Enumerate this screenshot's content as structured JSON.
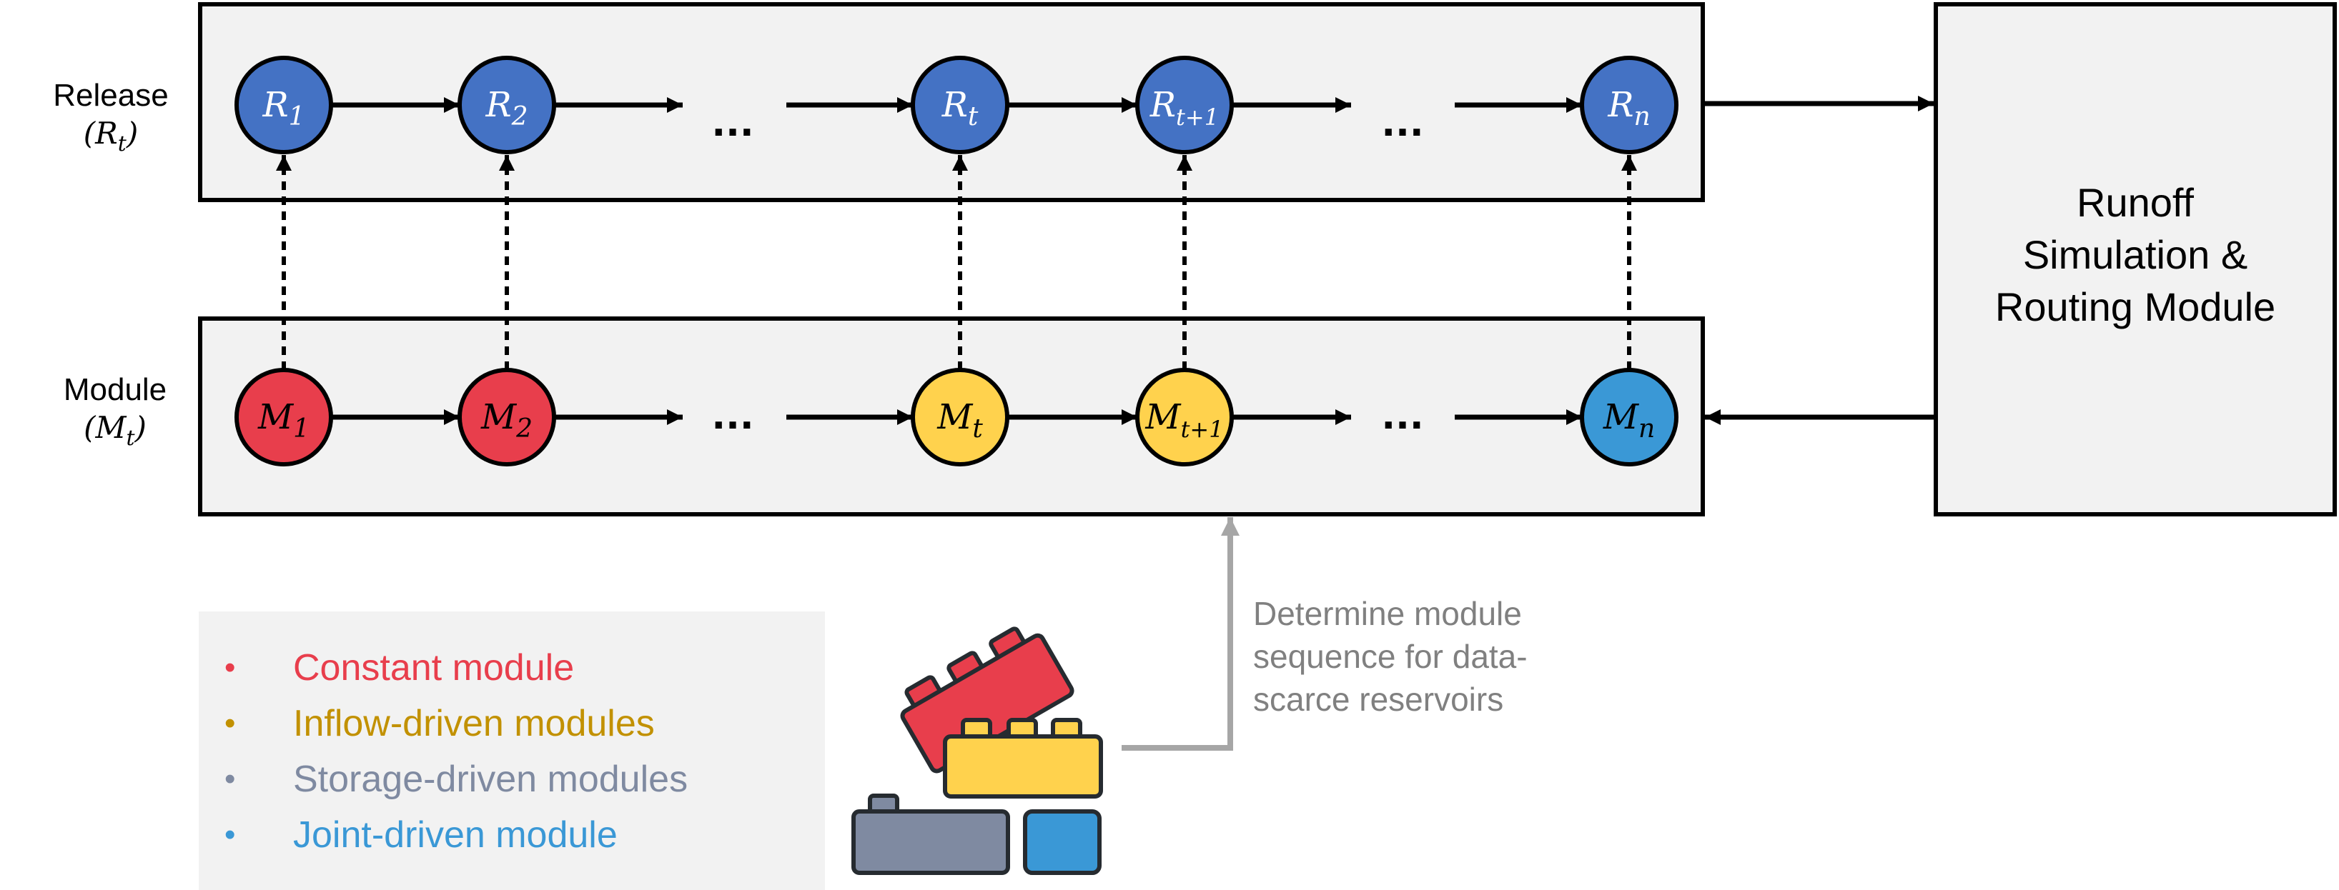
{
  "rows": {
    "release": {
      "label": "Release",
      "symbol": "(R",
      "symbol_sub": "t",
      "symbol_close": ")"
    },
    "module": {
      "label": "Module",
      "symbol": "(M",
      "symbol_sub": "t",
      "symbol_close": ")"
    }
  },
  "release_nodes": [
    {
      "base": "R",
      "sub": "1",
      "color": "#4472c4"
    },
    {
      "base": "R",
      "sub": "2",
      "color": "#4472c4"
    },
    {
      "base": "R",
      "sub": "t",
      "color": "#4472c4"
    },
    {
      "base": "R",
      "sub": "t+1",
      "color": "#4472c4"
    },
    {
      "base": "R",
      "sub": "n",
      "color": "#4472c4"
    }
  ],
  "module_nodes": [
    {
      "base": "M",
      "sub": "1",
      "color": "#e83e4c",
      "type": "constant"
    },
    {
      "base": "M",
      "sub": "2",
      "color": "#e83e4c",
      "type": "constant"
    },
    {
      "base": "M",
      "sub": "t",
      "color": "#ffd24d",
      "type": "inflow-driven"
    },
    {
      "base": "M",
      "sub": "t+1",
      "color": "#ffd24d",
      "type": "inflow-driven"
    },
    {
      "base": "M",
      "sub": "n",
      "color": "#3a98d6",
      "type": "joint-driven"
    }
  ],
  "ellipsis": "...",
  "runoff_module": {
    "lines": [
      "Runoff",
      "Simulation &",
      "Routing Module"
    ]
  },
  "legend": {
    "items": [
      {
        "bullet": "•",
        "label": "Constant module",
        "color": "#e83e4c"
      },
      {
        "bullet": "•",
        "label": "Inflow-driven modules",
        "color": "#c29100"
      },
      {
        "bullet": "•",
        "label": "Storage-driven modules",
        "color": "#7f8aa1"
      },
      {
        "bullet": "•",
        "label": "Joint-driven module",
        "color": "#3a98d6"
      }
    ]
  },
  "annotation": {
    "lines": [
      "Determine module",
      "sequence for data-",
      "scarce reservoirs"
    ],
    "color": "#808080"
  },
  "bricks": {
    "red": "#e83e4c",
    "yellow": "#ffd24d",
    "gray": "#7f8aa1",
    "blue": "#3a98d6",
    "outline": "#262b30"
  },
  "colors": {
    "panel_bg": "#f2f2f2",
    "arrow_gray": "#a6a6a6"
  }
}
